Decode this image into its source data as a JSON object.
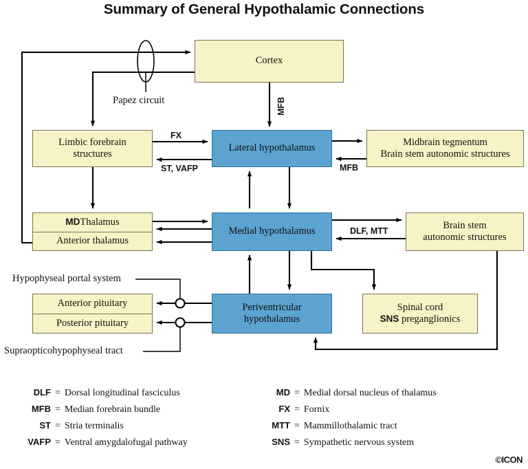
{
  "title": "Summary of General Hypothalamic Connections",
  "nodes": {
    "cortex": {
      "label": "Cortex"
    },
    "limbic": {
      "line1": "Limbic forebrain",
      "line2": "structures"
    },
    "lateral_hypothalamus": {
      "label": "Lateral hypothalamus"
    },
    "midbrain": {
      "line1": "Midbrain tegmentum",
      "line2": "Brain stem autonomic structures"
    },
    "thalamus": {
      "top_bold": "MD",
      "top_rest": " Thalamus",
      "bottom": "Anterior thalamus"
    },
    "medial_hypothalamus": {
      "label": "Medial hypothalamus"
    },
    "brainstem_autonomic": {
      "line1": "Brain stem",
      "line2": "autonomic structures"
    },
    "pituitary": {
      "top": "Anterior pituitary",
      "bottom": "Posterior pituitary"
    },
    "periventricular_hypothalamus": {
      "line1": "Periventricular",
      "line2": "hypothalamus"
    },
    "spinal_cord": {
      "line1": "Spinal cord",
      "line2_bold": "SNS",
      "line2_rest": " preganglionics"
    }
  },
  "edge_labels": {
    "papez": "Papez circuit",
    "mfb_cortex_to_lateral": "MFB",
    "fx": "FX",
    "st_vafp": "ST, VAFP",
    "mfb_midbrain": "MFB",
    "dlf_mtt": "DLF, MTT",
    "hypophyseal_portal_system": "Hypophyseal portal system",
    "supraopticohypophyseal_tract": "Supraopticohypophyseal tract"
  },
  "legend": {
    "left": [
      {
        "abbr": "DLF",
        "def": "Dorsal longitudinal fasciculus"
      },
      {
        "abbr": "MFB",
        "def": "Median forebrain bundle"
      },
      {
        "abbr": "ST",
        "def": "Stria terminalis"
      },
      {
        "abbr": "VAFP",
        "def": "Ventral amygdalofugal pathway"
      }
    ],
    "right": [
      {
        "abbr": "MD",
        "def": "Medial dorsal nucleus of thalamus"
      },
      {
        "abbr": "FX",
        "def": "Fornix"
      },
      {
        "abbr": "MTT",
        "def": "Mammillothalamic tract"
      },
      {
        "abbr": "SNS",
        "def": "Sympathetic nervous system"
      }
    ],
    "equals": "="
  },
  "credit": "©ICON",
  "colors": {
    "yellow_fill": "#f8f3c6",
    "yellow_stroke": "#777455",
    "blue_fill": "#5ba3d0",
    "blue_stroke": "#2f6f98",
    "wire": "#000000",
    "background": "#ffffff"
  }
}
